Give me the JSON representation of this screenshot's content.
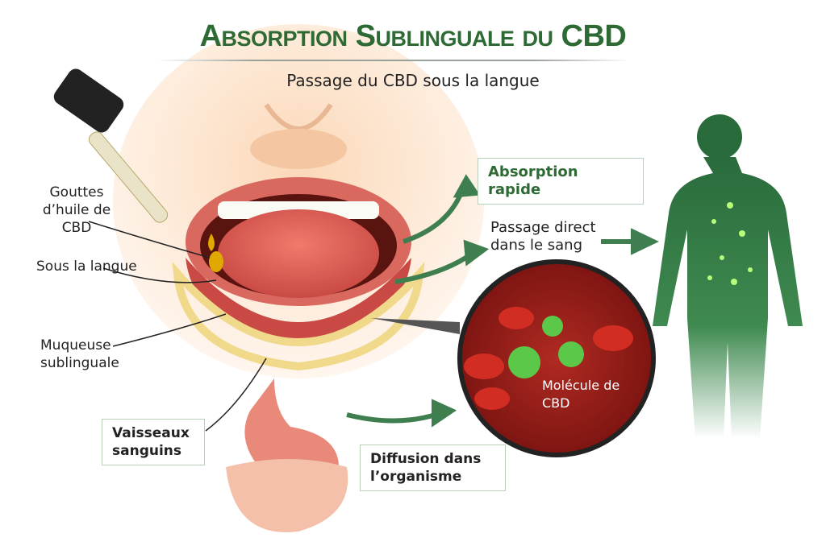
{
  "header": {
    "title": "Absorption Sublinguale du CBD",
    "subtitle": "Passage du CBD sous la langue"
  },
  "labels": {
    "drops": "Gouttes d’huile de CBD",
    "under_tongue": "Sous la langue",
    "mucosa": "Muqueuse sublinguale",
    "vessels": "Vaisseaux sanguins",
    "fast_absorption": "Absorption rapide",
    "direct_passage": "Passage direct dans le sang",
    "diffusion": "Diffusion dans l’organisme",
    "molecule": "Molécule de CBD"
  },
  "colors": {
    "title_green": "#2e6b34",
    "arrow_green": "#3f7f4f",
    "blood_red": "#c8261e",
    "cbd_green": "#5cc84a",
    "oil_gold": "#e0a800",
    "body_green": "#2f7a44"
  }
}
